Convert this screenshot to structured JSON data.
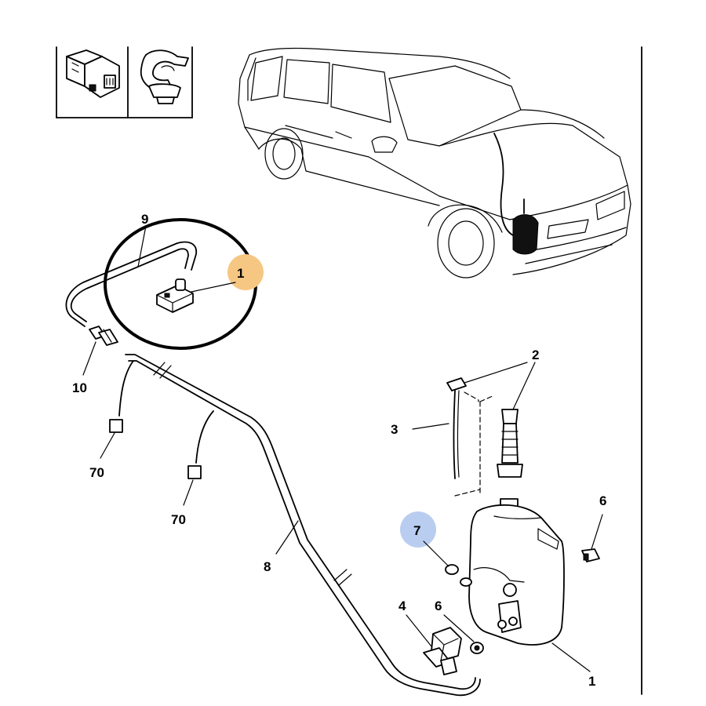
{
  "colors": {
    "line": "#000000",
    "background": "#ffffff",
    "highlight_orange": "#f6c783",
    "highlight_blue": "#b9cdf0"
  },
  "labels": {
    "nozzle": "1",
    "tank": "1",
    "cap": "2",
    "dipstick": "3",
    "pump": "4",
    "grommet_top": "6",
    "grommet_bottom": "6",
    "grommet_blue": "7",
    "hose_main": "8",
    "hose_top": "9",
    "connector": "10",
    "clip_left": "70",
    "clip_right": "70"
  },
  "icons": {
    "top_left": "electrical-connector-icon",
    "top_right": "hose-clip-icon"
  }
}
